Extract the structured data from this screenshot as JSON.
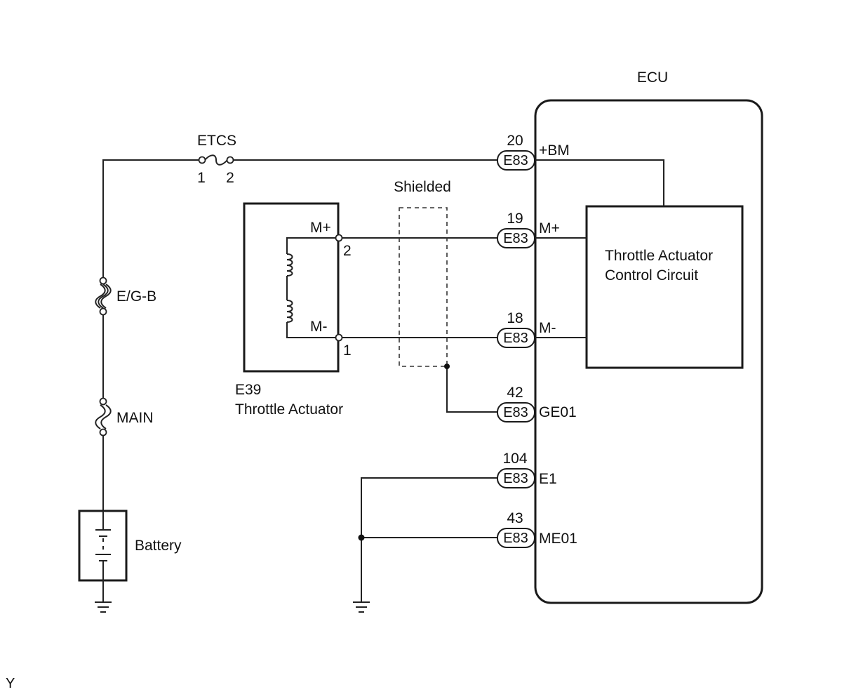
{
  "ecu": {
    "title": "ECU",
    "internal_circuit": [
      "Throttle Actuator",
      "Control Circuit"
    ],
    "pins": [
      {
        "number": "20",
        "connector": "E83",
        "name": "+BM"
      },
      {
        "number": "19",
        "connector": "E83",
        "name": "M+"
      },
      {
        "number": "18",
        "connector": "E83",
        "name": "M-"
      },
      {
        "number": "42",
        "connector": "E83",
        "name": "GE01"
      },
      {
        "number": "104",
        "connector": "E83",
        "name": "E1"
      },
      {
        "number": "43",
        "connector": "E83",
        "name": "ME01"
      }
    ]
  },
  "fuses": {
    "etcs": {
      "name": "ETCS",
      "pin_left": "1",
      "pin_right": "2"
    },
    "egb": {
      "name": "E/G-B"
    },
    "main": {
      "name": "MAIN"
    }
  },
  "battery": {
    "label": "Battery"
  },
  "actuator": {
    "code": "E39",
    "name": "Throttle Actuator",
    "terminal_plus": {
      "label": "M+",
      "pin": "2"
    },
    "terminal_minus": {
      "label": "M-",
      "pin": "1"
    }
  },
  "shielded_label": "Shielded",
  "corner_mark": "Y"
}
